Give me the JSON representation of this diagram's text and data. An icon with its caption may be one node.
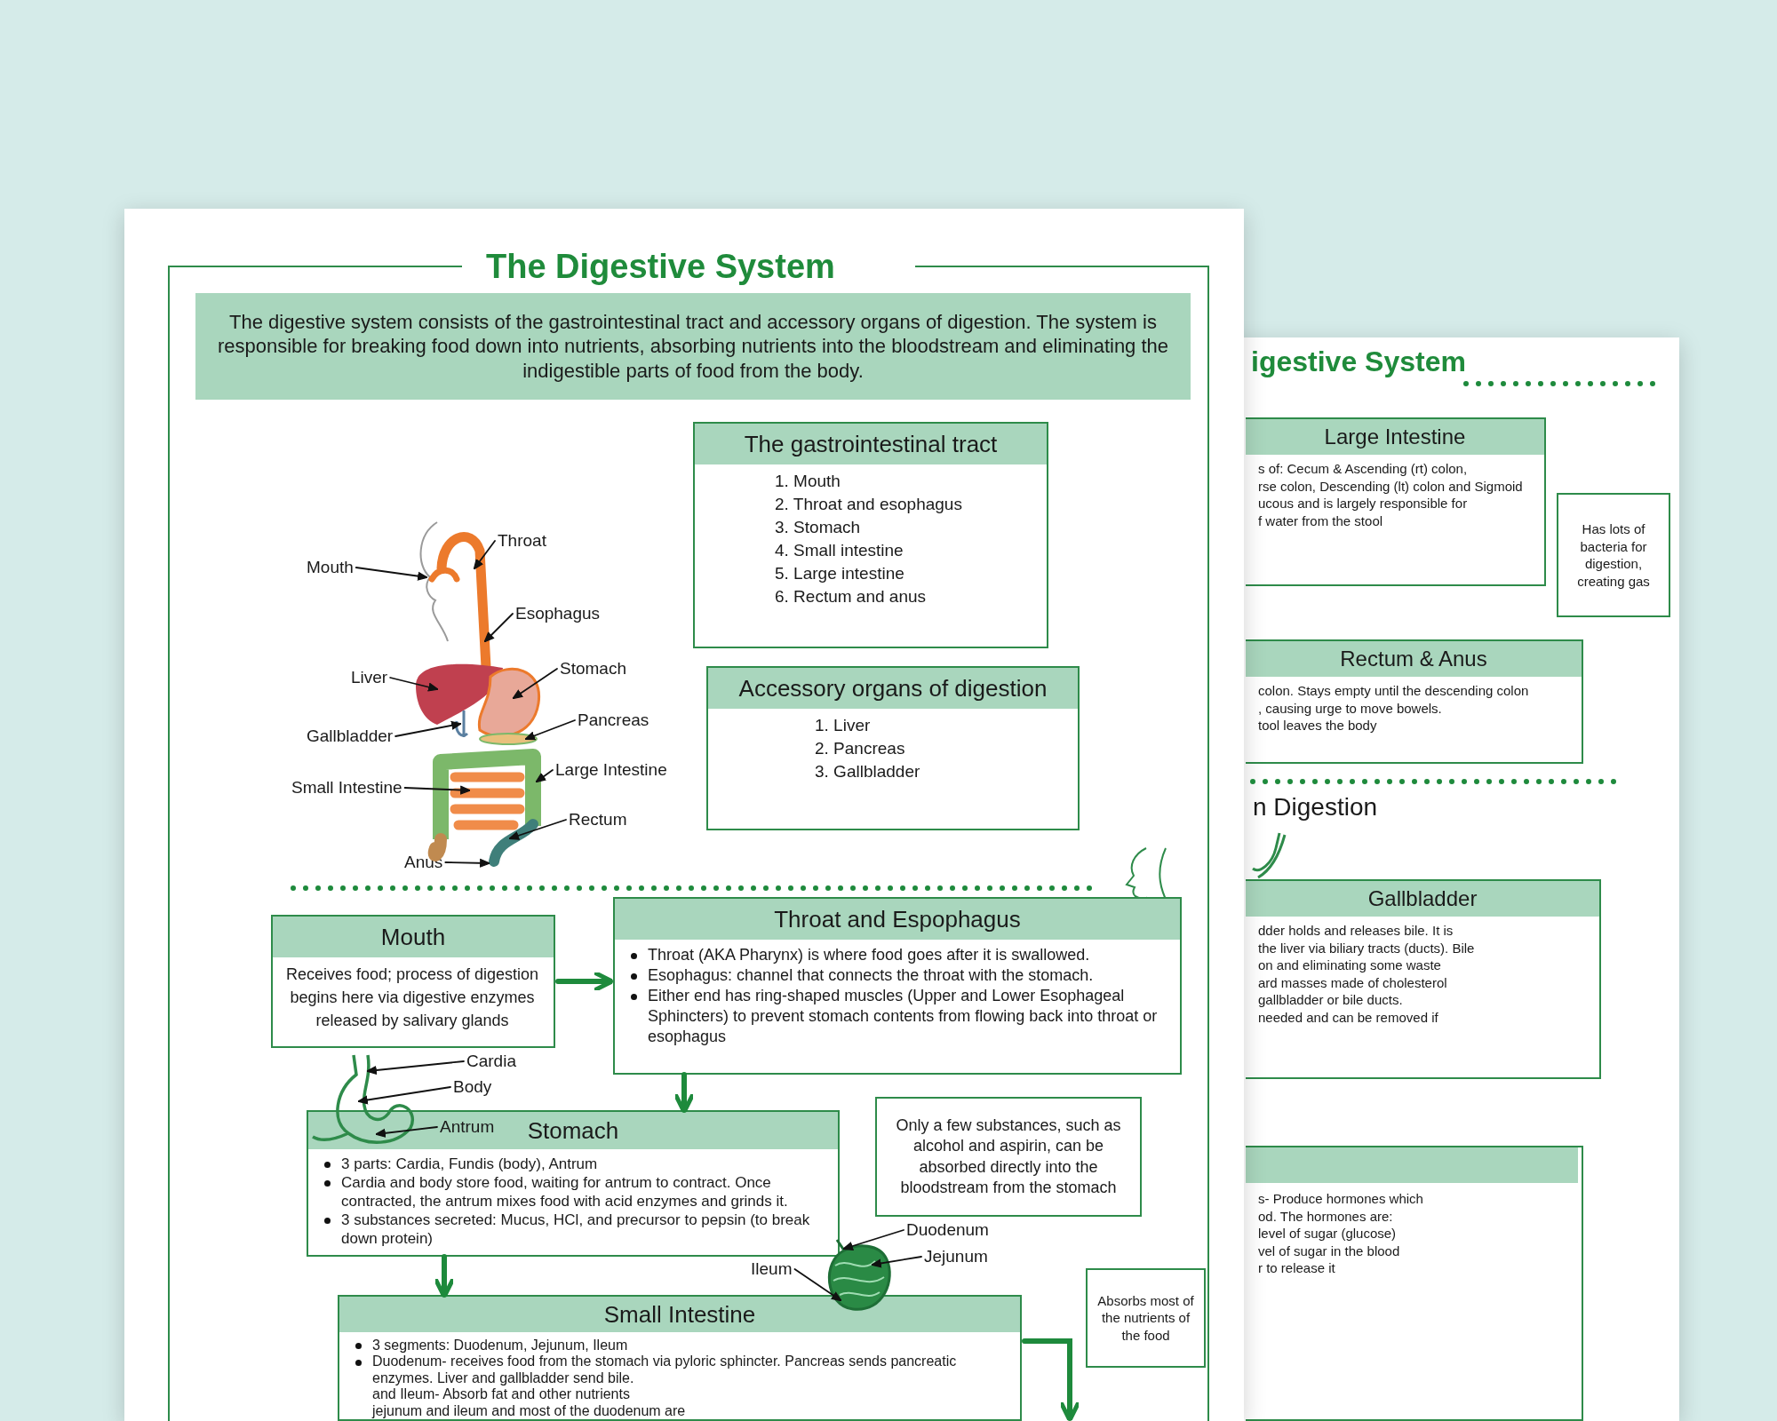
{
  "diagram": {
    "title": "The Digestive System",
    "nodes": [
      {
        "text": [
          "The digestive system consists of the gastrointestinal tract and accessory organs of digestion. The system is responsible for breaking food down into nutrients, absorbing nutrients into the bloodstream and eliminating the indigestible parts of food from the body."
        ]
      },
      {
        "text": [
          "The gastrointestinal tract",
          "1. Mouth",
          "2. Throat and esophagus",
          "3. Stomach",
          "4. Small intestine",
          "5. Large intestine",
          "6. Rectum and anus"
        ]
      },
      {
        "text": [
          "Accessory organs of digestion",
          "1. Liver",
          "2. Pancreas",
          "3. Gallbladder"
        ]
      },
      {
        "text": [
          "Mouth"
        ]
      },
      {
        "text": [
          "Throat"
        ]
      },
      {
        "text": [
          "Esophagus"
        ]
      },
      {
        "text": [
          "Liver"
        ]
      },
      {
        "text": [
          "Stomach"
        ]
      },
      {
        "text": [
          "Gallbladder"
        ]
      },
      {
        "text": [
          "Pancreas"
        ]
      },
      {
        "text": [
          "Small Intestine"
        ]
      },
      {
        "text": [
          "Large Intestine"
        ]
      },
      {
        "text": [
          "Rectum"
        ]
      },
      {
        "text": [
          "Anus"
        ]
      },
      {
        "text": [
          "Mouth",
          "Receives food; process of digestion begins here via digestive enzymes released by salivary glands"
        ]
      },
      {
        "text": [
          "Throat and Espophagus",
          "Throat (AKA Pharynx) is where food goes after it is swallowed.",
          "Esophagus: channel that connects the throat with the stomach.",
          "Either end has ring-shaped muscles (Upper and Lower Esophageal Sphincters) to prevent stomach contents from flowing back into throat or esophagus"
        ]
      },
      {
        "text": [
          "Cardia"
        ]
      },
      {
        "text": [
          "Body"
        ]
      },
      {
        "text": [
          "Antrum"
        ],
        "in": 19
      },
      {
        "text": [
          "Stomach",
          "3 parts: Cardia, Fundis (body), Antrum",
          "Cardia and body store food, waiting for antrum to contract. Once contracted, the antrum mixes food with acid enzymes and grinds it.",
          "3 substances secreted: Mucus, HCl, and precursor to pepsin (to break down protein)"
        ]
      },
      {
        "text": [
          "Only a few substances, such as alcohol and aspirin, can be absorbed directly into the bloodstream from the stomach"
        ]
      },
      {
        "text": [
          "Duodenum"
        ]
      },
      {
        "text": [
          "Jejunum"
        ]
      },
      {
        "text": [
          "Ileum"
        ]
      },
      {
        "text": [
          "Small Intestine",
          "3 segments: Duodenum, Jejunum, Ileum",
          "Duodenum- receives food from the stomach via pyloric sphincter. Pancreas sends pancreatic enzymes. Liver and gallbladder send bile.",
          "and Ileum- Absorb fat and other nutrients",
          "jejunum and ileum and most of the duodenum are"
        ]
      },
      {
        "text": [
          "Absorbs most of the nutrients of the food"
        ]
      },
      {
        "text": [
          "Large Intestine",
          "s of: Cecum & Ascending (rt) colon,",
          "rse colon, Descending (lt) colon and Sigmoid",
          "ucous and is largely responsible for",
          "f water from the stool"
        ]
      },
      {
        "text": [
          "Has lots of bacteria for digestion, creating gas"
        ]
      },
      {
        "text": [
          "Rectum & Anus",
          "colon. Stays empty until the descending colon",
          ", causing urge to move bowels.",
          "tool leaves the body"
        ]
      },
      {
        "text": [
          "Gallbladder",
          "dder holds and releases bile. It is",
          "the liver via biliary tracts (ducts). Bile",
          "on and eliminating some waste",
          "ard masses made of cholesterol",
          "gallbladder or bile ducts.",
          "needed and can be removed if"
        ]
      },
      {
        "text": [
          "s- Produce hormones which",
          "od. The hormones are:",
          "level of sugar (glucose)",
          "vel of sugar in the blood",
          "r to release it"
        ]
      },
      {
        "text": [],
        "shape": "picture"
      },
      {
        "text": [],
        "shape": "picture"
      },
      {
        "text": [],
        "shape": "picture"
      },
      {
        "text": [],
        "shape": "bar",
        "in": 30
      }
    ],
    "edges": [
      {
        "from": 3,
        "to": 31,
        "arrow": "to"
      },
      {
        "from": 4,
        "to": 31,
        "arrow": "to"
      },
      {
        "from": 5,
        "to": 31,
        "arrow": "to"
      },
      {
        "from": 6,
        "to": 31,
        "arrow": "to"
      },
      {
        "from": 7,
        "to": 31,
        "arrow": "to"
      },
      {
        "from": 8,
        "to": 31,
        "arrow": "to"
      },
      {
        "from": 9,
        "to": 31,
        "arrow": "to"
      },
      {
        "from": 10,
        "to": 31,
        "arrow": "to"
      },
      {
        "from": 11,
        "to": 31,
        "arrow": "to"
      },
      {
        "from": 12,
        "to": 31,
        "arrow": "to"
      },
      {
        "from": 13,
        "to": 31,
        "arrow": "to"
      },
      {
        "from": 14,
        "to": 15,
        "arrow": "to",
        "style": "thick",
        "color": "#1e8a3c"
      },
      {
        "from": 15,
        "to": 19,
        "arrow": "to",
        "style": "thick",
        "color": "#1e8a3c"
      },
      {
        "from": 16,
        "to": 32,
        "arrow": "to"
      },
      {
        "from": 17,
        "to": 32,
        "arrow": "to"
      },
      {
        "from": 18,
        "to": 32,
        "arrow": "to"
      },
      {
        "from": 19,
        "to": 24,
        "arrow": "to",
        "style": "thick",
        "color": "#1e8a3c"
      },
      {
        "from": 21,
        "to": 33,
        "arrow": "to"
      },
      {
        "from": 22,
        "to": 33,
        "arrow": "to"
      },
      {
        "from": 23,
        "to": 33,
        "arrow": "to"
      },
      {
        "from": 24,
        "to": null,
        "arrow": "to",
        "style": "thick",
        "color": "#1e8a3c"
      }
    ],
    "labels": [
      "igestive System",
      "n Digestion"
    ]
  }
}
